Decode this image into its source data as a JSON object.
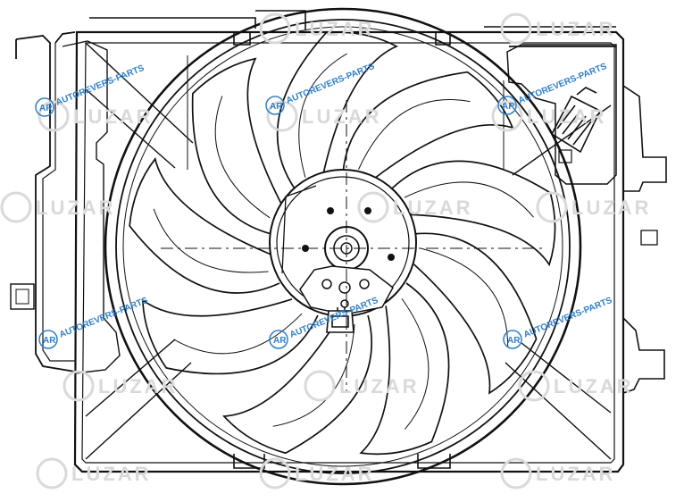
{
  "watermarks": {
    "brand_text": "LUZAR",
    "site_text": "AUTOREVERS-PARTS",
    "site_logo_text": "AR",
    "brand_color": "#d9d9d9",
    "site_color": "#2f7fc7"
  },
  "drawing": {
    "line_color": "#111111",
    "background": "#ffffff",
    "blade_count": 9
  }
}
